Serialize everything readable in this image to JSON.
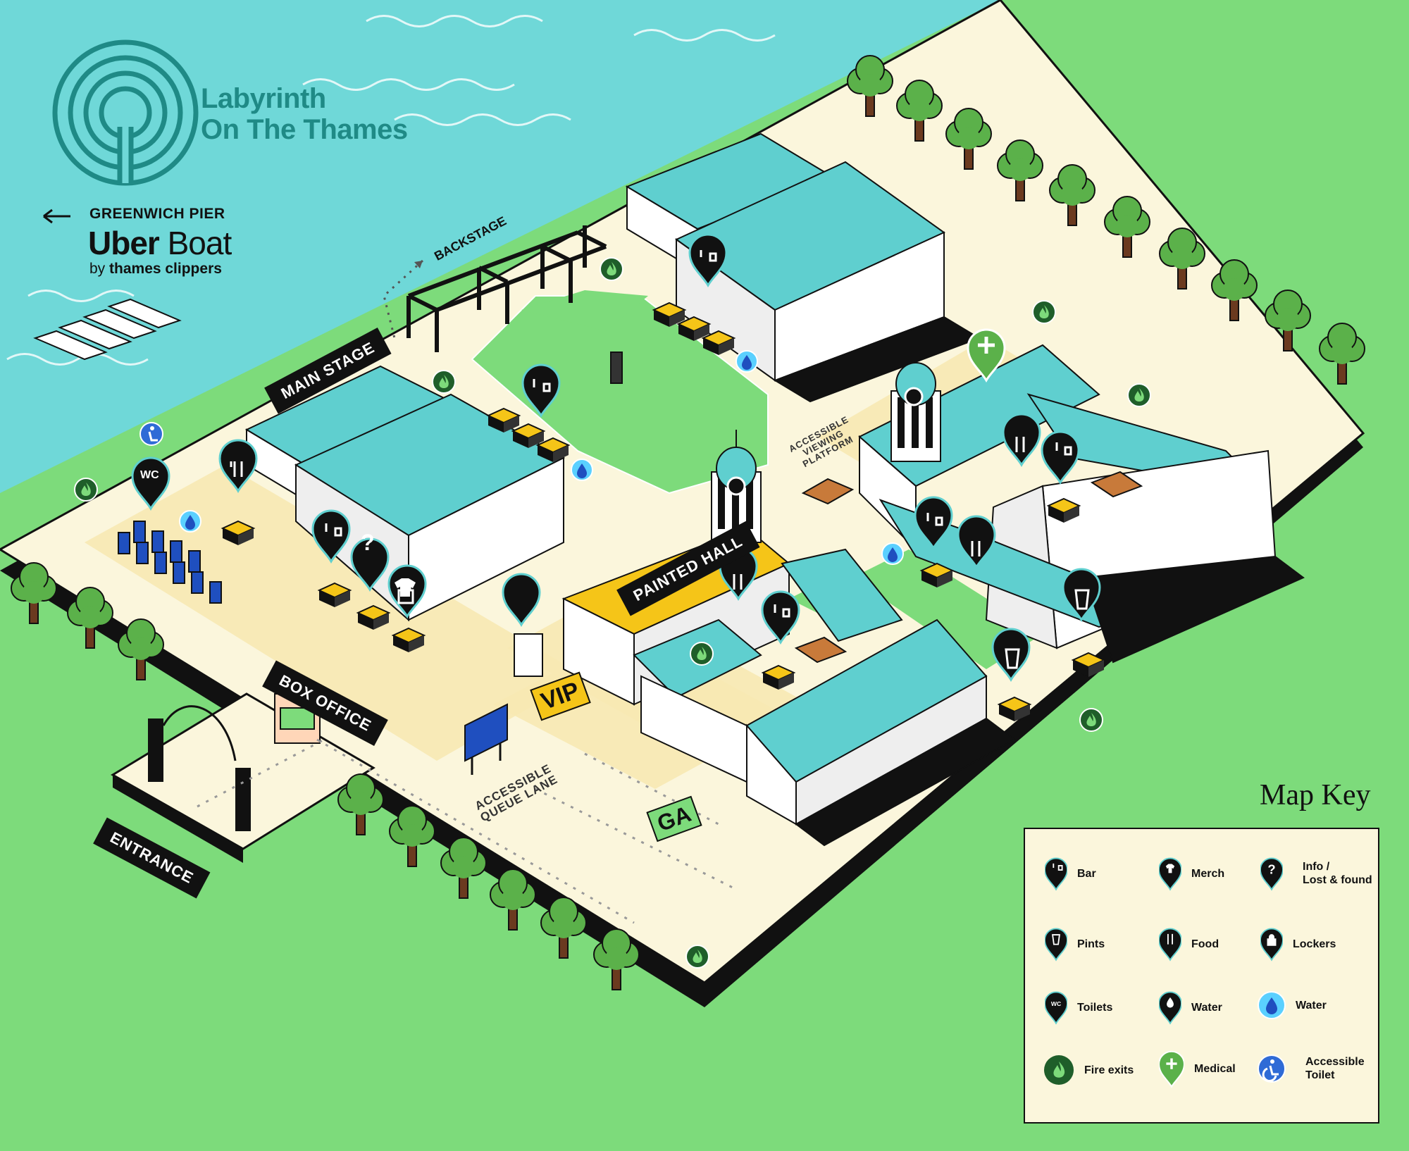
{
  "title": {
    "line1": "Labyrinth",
    "line2": "On The Thames"
  },
  "pier": {
    "label": "GREENWICH PIER",
    "brand_a": "Uber",
    "brand_b": " Boat",
    "by_a": "by ",
    "by_b": "thames clippers"
  },
  "areas": {
    "backstage": "BACKSTAGE",
    "main_stage": "MAIN STAGE",
    "box_office": "BOX OFFICE",
    "entrance": "ENTRANCE",
    "painted_hall": "PAINTED HALL",
    "vip": "VIP",
    "ga": "GA",
    "accessible_queue": [
      "ACCESSIBLE",
      "QUEUE LANE"
    ],
    "viewing_platform": [
      "ACCESSIBLE",
      "VIEWING",
      "PLATFORM"
    ]
  },
  "pin_text": {
    "wc": "WC",
    "info": "?"
  },
  "key": {
    "title": "Map Key",
    "items": [
      {
        "icon": "bar-icon",
        "label": "Bar"
      },
      {
        "icon": "merch-icon",
        "label": "Merch"
      },
      {
        "icon": "info-icon",
        "label": "Info /",
        "label2": "Lost & found"
      },
      {
        "icon": "pints-icon",
        "label": "Pints"
      },
      {
        "icon": "food-icon",
        "label": "Food"
      },
      {
        "icon": "lockers-icon",
        "label": "Lockers"
      },
      {
        "icon": "toilets-icon",
        "label": "Toilets"
      },
      {
        "icon": "water-pin-icon",
        "label": "Water"
      },
      {
        "icon": "water-icon",
        "label": "Water"
      },
      {
        "icon": "fire-exit-icon",
        "label": "Fire exits"
      },
      {
        "icon": "medical-icon",
        "label": "Medical"
      },
      {
        "icon": "accessible-toilet-icon",
        "label": "Accessible",
        "label2": "Toilet"
      }
    ]
  },
  "colors": {
    "grass": "#7ddb7b",
    "river": "#6fd8d8",
    "path": "#fbf6dc",
    "roof": "#5fcfcf",
    "gold": "#f5c518",
    "logo": "#1f8a86"
  }
}
